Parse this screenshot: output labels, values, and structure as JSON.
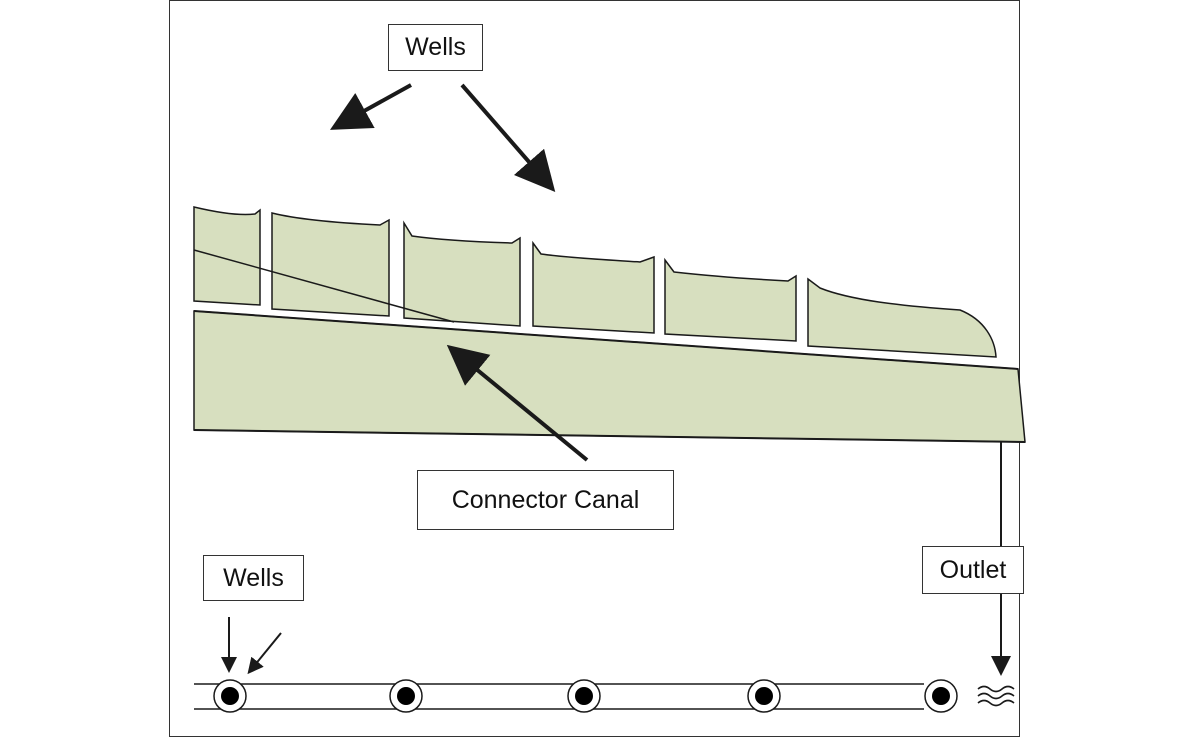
{
  "labels": {
    "wells_top": "Wells",
    "connector_canal": "Connector Canal",
    "outlet": "Outlet",
    "wells_bottom": "Wells"
  },
  "colors": {
    "fill": "#d7dfbf",
    "stroke": "#1a1a1a",
    "background": "#ffffff"
  }
}
